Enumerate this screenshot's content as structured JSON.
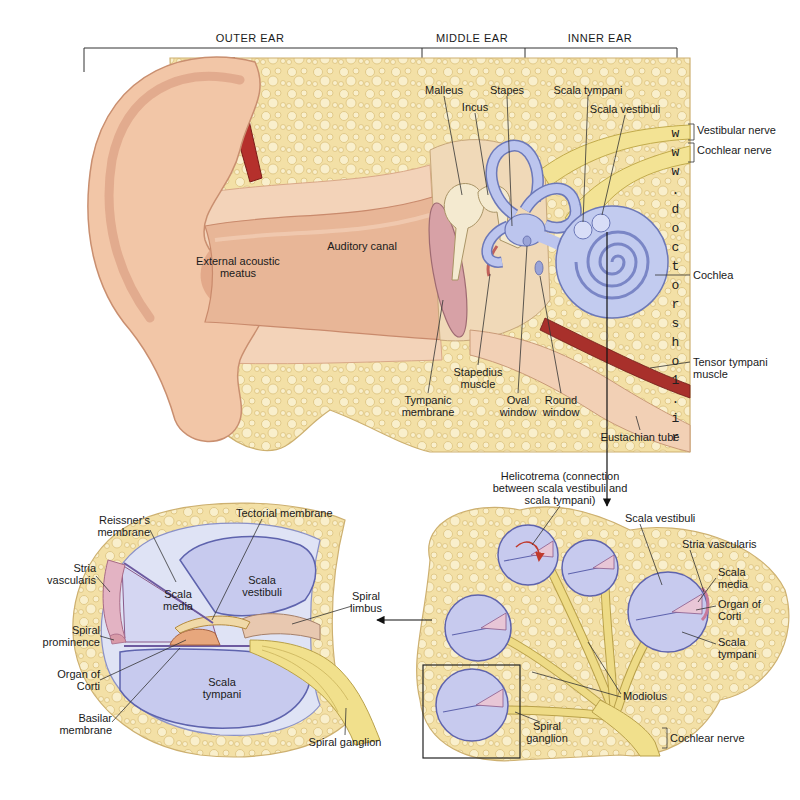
{
  "diagram": {
    "labels": [
      "OUTER EAR",
      "MIDDLE EAR",
      "INNER EAR",
      "Malleus",
      "Incus",
      "Stapes",
      "Scala tympani",
      "Scala vestibuli",
      "Vestibular nerve",
      "Cochlear nerve",
      "Cochlea",
      "Tensor tympani muscle",
      "Eustachian tube",
      "Round window",
      "Oval window",
      "Stapedius muscle",
      "Tympanic membrane",
      "Auditory canal",
      "External acoustic meatus",
      "www.doctorsho1.ir",
      "Helicotrema (connection between scala vestibuli and scala tympani)",
      "Scala vestibuli",
      "Stria vascularis",
      "Scala media",
      "Organ of Corti",
      "Scala tympani",
      "Modiolus",
      "Spiral ganglion",
      "Cochlear nerve",
      "Reissner's membrane",
      "Tectorial membrane",
      "Stria vascularis",
      "Scala media",
      "Scala vestibuli",
      "Spiral limbus",
      "Spiral prominence",
      "Organ of Corti",
      "Scala tympani",
      "Basilar membrane",
      "Spiral ganglion"
    ]
  }
}
